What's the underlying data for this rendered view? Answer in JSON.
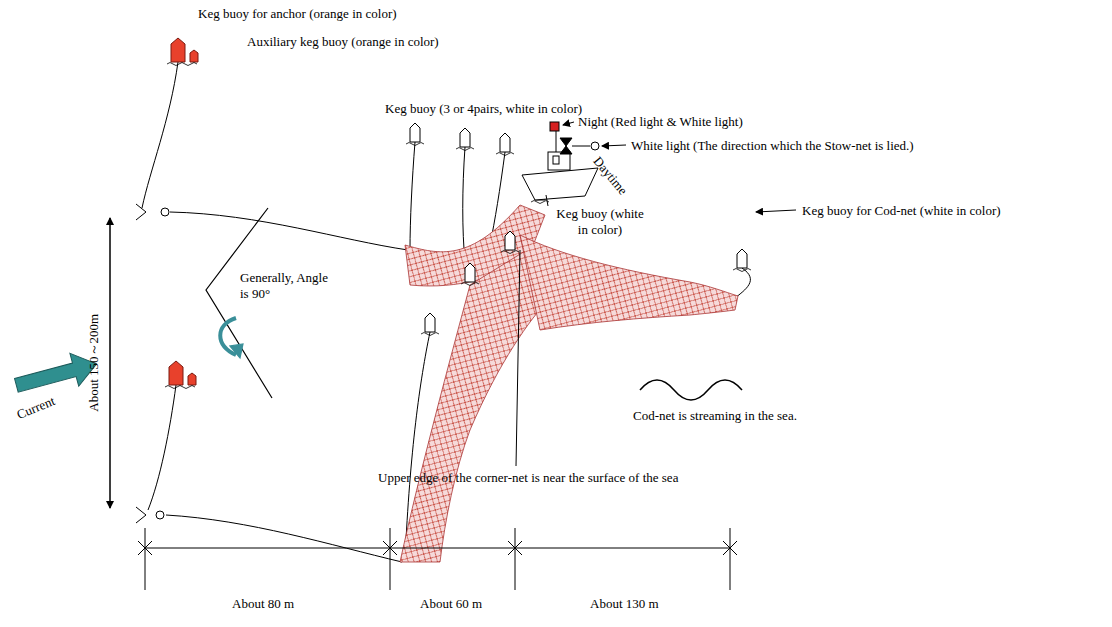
{
  "diagram": {
    "labels": [
      "Keg buoy for anchor (orange in color)",
      "Auxiliary keg buoy (orange in color)",
      "Keg buoy (3 or 4pairs, white in color)",
      "Night (Red light & White light)",
      "White light (The direction which the Stow-net is lied.)",
      "Daytime",
      "Keg buoy (white in color)",
      "Keg buoy for Cod-net (white in color)",
      "Generally, Angle is 90°",
      "Current",
      "About 150～200m",
      "Cod-net is streaming in the sea.",
      "Upper edge of the corner-net is near the surface of the sea",
      "About 80 m",
      "About 60 m",
      "About 130 m"
    ]
  }
}
